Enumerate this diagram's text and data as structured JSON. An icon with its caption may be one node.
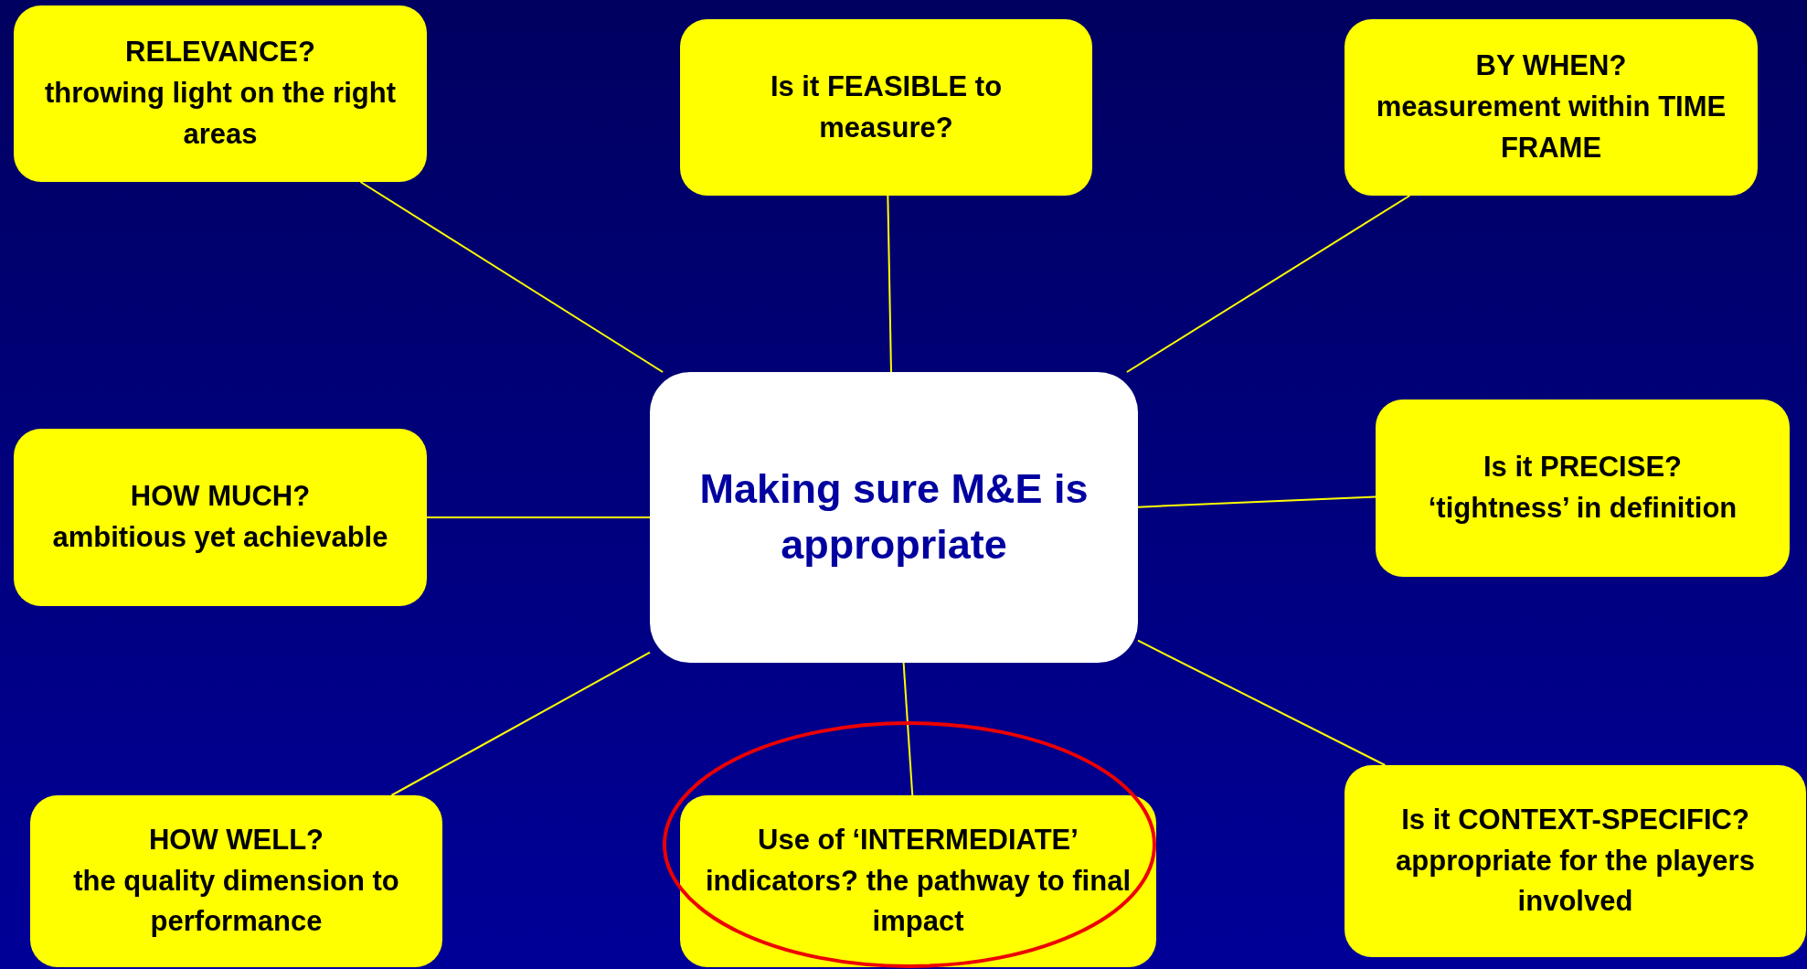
{
  "diagram": {
    "nodes": [
      {
        "text": [
          "Making sure M&E is appropriate"
        ]
      },
      {
        "text": [
          "RELEVANCE?",
          "throwing light on the right areas"
        ]
      },
      {
        "text": [
          "Is it FEASIBLE to measure?"
        ]
      },
      {
        "text": [
          "BY WHEN?",
          "measurement within TIME FRAME"
        ]
      },
      {
        "text": [
          "HOW MUCH?",
          "ambitious yet achievable"
        ]
      },
      {
        "text": [
          "Is it PRECISE?",
          "‘tightness’ in definition"
        ]
      },
      {
        "text": [
          "HOW WELL?",
          "the quality dimension to performance"
        ]
      },
      {
        "text": [
          "Use of ‘INTERMEDIATE’ indicators? the pathway to final impact"
        ]
      },
      {
        "text": [
          "Is it CONTEXT-SPECIFIC?",
          "appropriate for the players involved"
        ]
      }
    ],
    "edges": [
      {
        "from": 0,
        "to": 1,
        "arrow": "none"
      },
      {
        "from": 0,
        "to": 2,
        "arrow": "none"
      },
      {
        "from": 0,
        "to": 3,
        "arrow": "none"
      },
      {
        "from": 0,
        "to": 4,
        "arrow": "none"
      },
      {
        "from": 0,
        "to": 5,
        "arrow": "none"
      },
      {
        "from": 0,
        "to": 6,
        "arrow": "none"
      },
      {
        "from": 0,
        "to": 7,
        "arrow": "none"
      },
      {
        "from": 0,
        "to": 8,
        "arrow": "none"
      }
    ]
  }
}
